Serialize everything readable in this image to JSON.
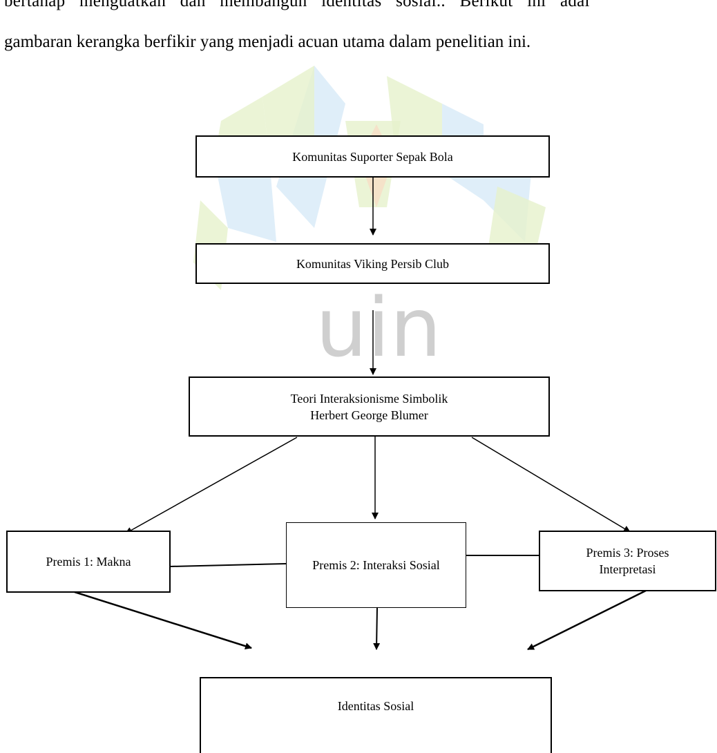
{
  "paragraph": {
    "line1": "bertahap menguatkan dan membangun identitas sosial.. Berikut ini adal",
    "line2": "gambaran kerangka berfikir yang menjadi acuan utama dalam penelitian ini."
  },
  "watermark": {
    "text": "uin",
    "colors": {
      "blue": "#d7eaf7",
      "green": "#e6f1cc",
      "orange": "#f7ddc6",
      "gray": "#cfcfcf"
    }
  },
  "diagram": {
    "nodes": {
      "community_supporter": "Komunitas Suporter Sepak Bola",
      "community_viking": "Komunitas Viking Persib Club",
      "theory": "Teori Interaksionisme Simbolik Herbert George Blumer",
      "premise1": "Premis 1: Makna",
      "premise2": "Premis 2: Interaksi Sosial",
      "premise3": "Premis 3: Proses Interpretasi",
      "identity": "Identitas Sosial"
    },
    "line_color": "#000000"
  }
}
